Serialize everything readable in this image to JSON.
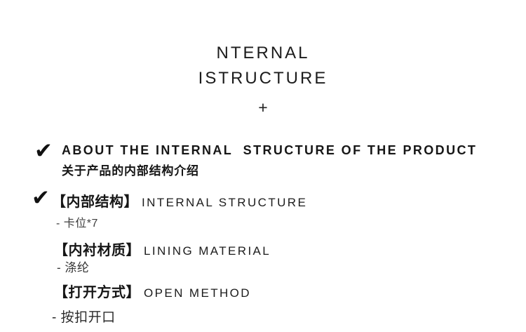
{
  "colors": {
    "background": "#ffffff",
    "text": "#1c1c1c"
  },
  "header": {
    "title_line1": "NTERNAL",
    "title_line2": "ISTRUCTURE",
    "plus": "+"
  },
  "about": {
    "check": "✔",
    "heading_en": "ABOUT THE INTERNAL  STRUCTURE OF THE PRODUCT",
    "heading_zh": "关于产品的内部结构介绍"
  },
  "specs": [
    {
      "check": "✔",
      "label_zh": "【内部结构】",
      "label_en": "INTERNAL STRUCTURE",
      "detail": "- 卡位*7"
    },
    {
      "label_zh": "【内衬材质】",
      "label_en": "LINING MATERIAL",
      "detail": "- 涤纶"
    },
    {
      "label_zh": "【打开方式】",
      "label_en": "OPEN METHOD",
      "detail": "- 按扣开口"
    }
  ]
}
